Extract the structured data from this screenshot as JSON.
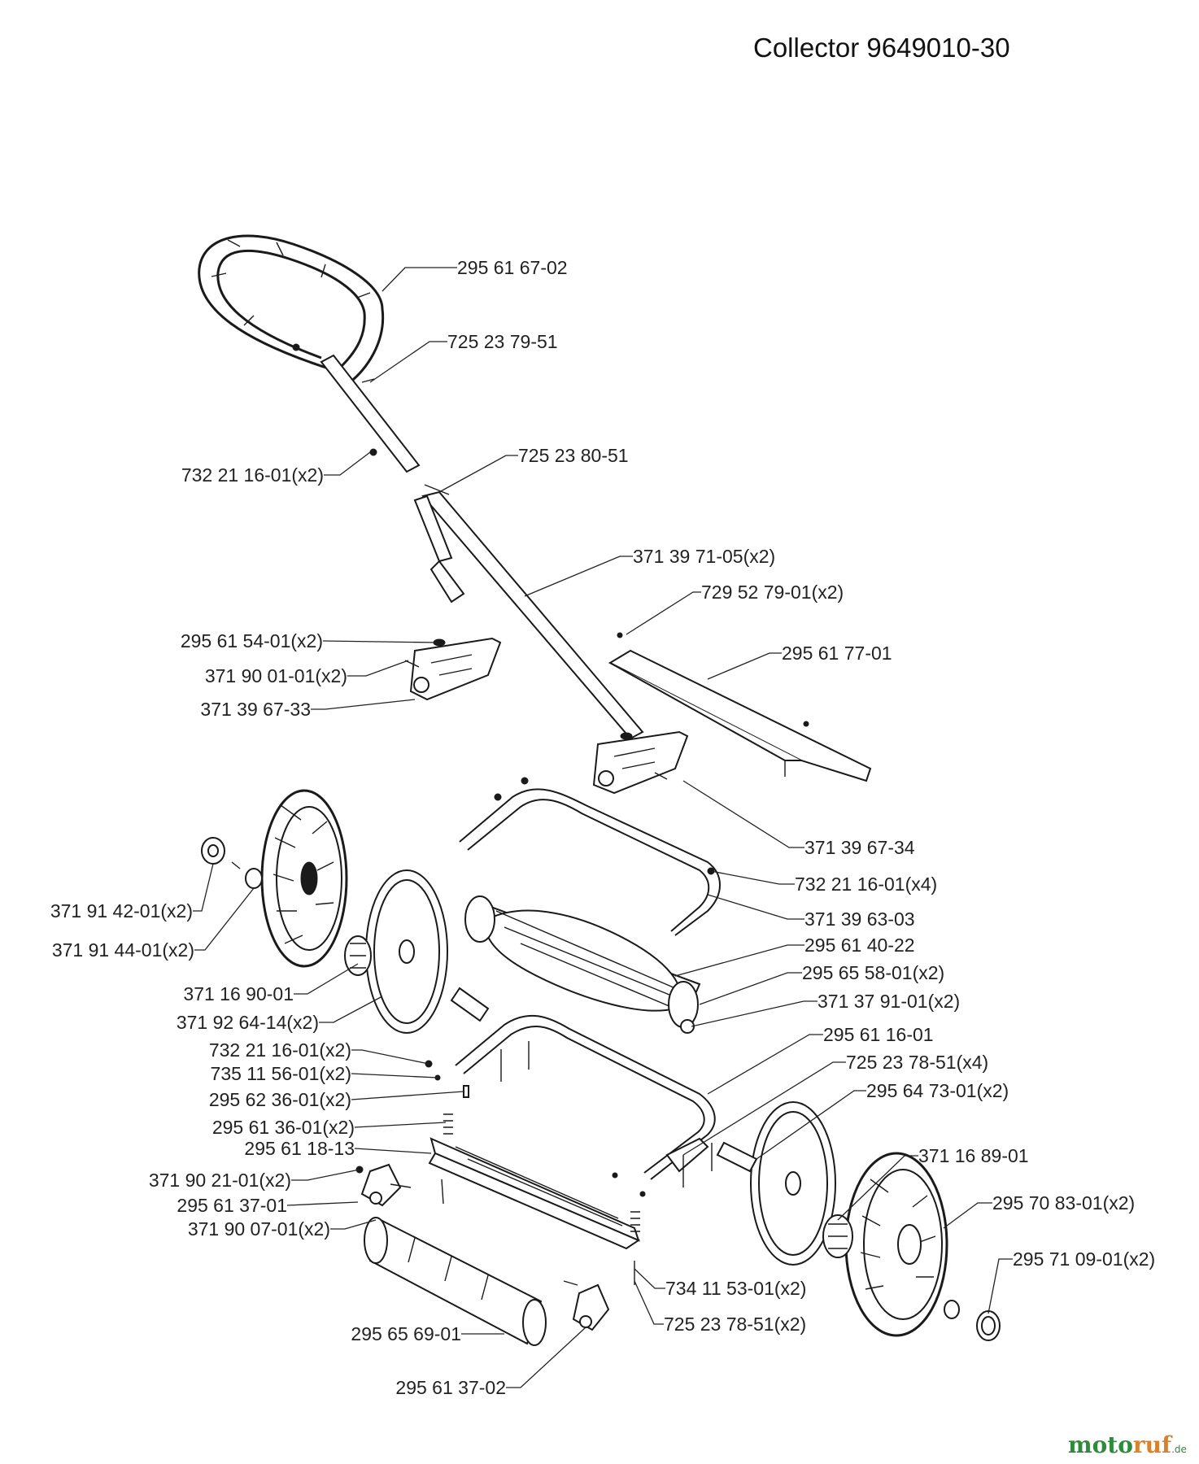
{
  "title": "Collector 9649010-30",
  "watermark": {
    "brand_a": "moto",
    "brand_b": "ruf",
    "suffix": ".de"
  },
  "colors": {
    "line": "#1a1a1a",
    "text": "#222222",
    "watermark_green": "#2f8a3c",
    "watermark_orange": "#d9822b"
  },
  "callouts": [
    "295 61 67-02",
    "725 23 79-51",
    "732 21 16-01(x2)",
    "725 23 80-51",
    "371 39 71-05(x2)",
    "729 52 79-01(x2)",
    "295 61 54-01(x2)",
    "295 61 77-01",
    "371 90 01-01(x2)",
    "371 39 67-33",
    "371 39 67-34",
    "732 21 16-01(x4)",
    "371 91 42-01(x2)",
    "371 39 63-03",
    "371 91 44-01(x2)",
    "295 61 40-22",
    "295 65 58-01(x2)",
    "371 16 90-01",
    "371 37 91-01(x2)",
    "371 92 64-14(x2)",
    "295 61 16-01",
    "732 21 16-01(x2)",
    "725 23 78-51(x4)",
    "735 11 56-01(x2)",
    "295 64 73-01(x2)",
    "295 62 36-01(x2)",
    "295 61 36-01(x2)",
    "295 61 18-13",
    "371 16 89-01",
    "371 90 21-01(x2)",
    "295 70 83-01(x2)",
    "295 61 37-01",
    "371 90 07-01(x2)",
    "295 71 09-01(x2)",
    "734 11 53-01(x2)",
    "295 65 69-01",
    "725 23 78-51(x2)",
    "295 61 37-02"
  ]
}
